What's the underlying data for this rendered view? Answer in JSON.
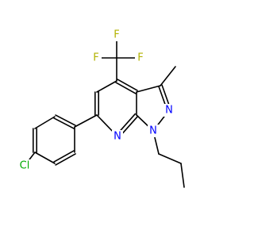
{
  "molecule": {
    "atoms": {
      "F1": {
        "symbol": "F",
        "color": "#b2b200"
      },
      "F2": {
        "symbol": "F",
        "color": "#b2b200"
      },
      "F3": {
        "symbol": "F",
        "color": "#b2b200"
      },
      "N1": {
        "symbol": "N",
        "color": "#0000ff"
      },
      "N2": {
        "symbol": "N",
        "color": "#0000ff"
      },
      "N3": {
        "symbol": "N",
        "color": "#0000ff"
      },
      "Cl": {
        "symbol": "Cl",
        "color": "#00aa00"
      }
    }
  }
}
